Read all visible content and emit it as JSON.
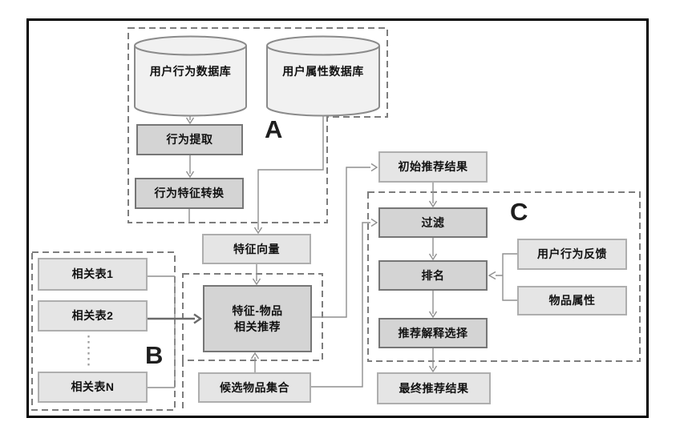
{
  "sections": {
    "a_label": "A",
    "b_label": "B",
    "c_label": "C"
  },
  "nodes": {
    "user_behavior_db": "用户行为数据库",
    "user_attribute_db": "用户属性数据库",
    "behavior_extraction": "行为提取",
    "behavior_feature_conversion": "行为特征转换",
    "feature_vector": "特征向量",
    "related_table_1": "相关表1",
    "related_table_2": "相关表2",
    "related_table_n": "相关表N",
    "feature_item_line1": "特征-物品",
    "feature_item_line2": "相关推荐",
    "candidate_item_set": "候选物品集合",
    "initial_results": "初始推荐结果",
    "filter": "过滤",
    "ranking": "排名",
    "explanation_selection": "推荐解释选择",
    "final_results": "最终推荐结果",
    "user_behavior_feedback": "用户行为反馈",
    "item_attributes": "物品属性"
  },
  "colors": {
    "process_box_fill": "#d4d4d4",
    "data_box_fill": "#e5e5e5",
    "cylinder_fill": "#f1f1f1",
    "connector": "#8f8f8f",
    "dashed_outline": "#7d7d7d",
    "frame": "#000000"
  }
}
